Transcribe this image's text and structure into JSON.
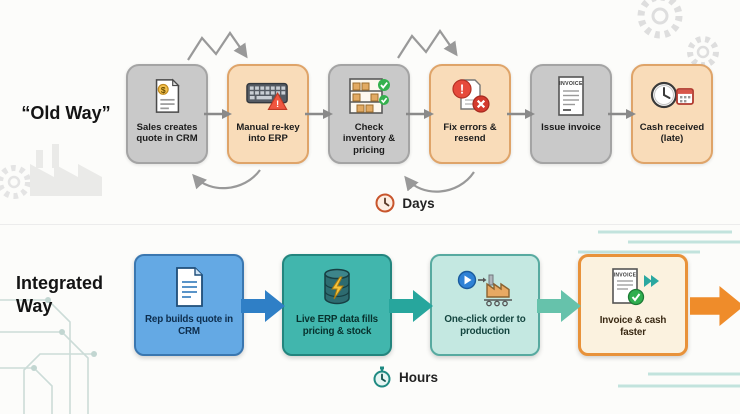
{
  "old_way": {
    "label": "“Old Way”",
    "duration_label": "Days",
    "steps": [
      {
        "label": "Sales creates quote in CRM"
      },
      {
        "label": "Manual re-key into ERP"
      },
      {
        "label": "Check inventory & pricing"
      },
      {
        "label": "Fix errors & resend"
      },
      {
        "label": "Issue invoice"
      },
      {
        "label": "Cash received (late)"
      }
    ]
  },
  "integrated_way": {
    "label": "Integrated Way",
    "duration_label": "Hours",
    "steps": [
      {
        "label": "Rep builds quote in CRM"
      },
      {
        "label": "Live ERP data fills pricing & stock"
      },
      {
        "label": "One-click order to production"
      },
      {
        "label": "Invoice & cash faster"
      }
    ]
  },
  "icon_text": {
    "invoice": "INVOICE",
    "dollar": "$",
    "warning": "!",
    "error": "!"
  },
  "colors": {
    "old_neutral_box": "#c9c9c9",
    "old_pain_box": "#f9dcb9",
    "old_pain_border": "#dfa469",
    "old_arrow": "#999999",
    "int_step1": "#64a9e4",
    "int_step2": "#41b6ad",
    "int_step3": "#c4e8e1",
    "int_step4_border": "#e8923a",
    "arrow_blue": "#2f7fc6",
    "arrow_teal": "#27a69d",
    "arrow_green": "#66c2ab",
    "arrow_orange": "#ef8c2a"
  }
}
